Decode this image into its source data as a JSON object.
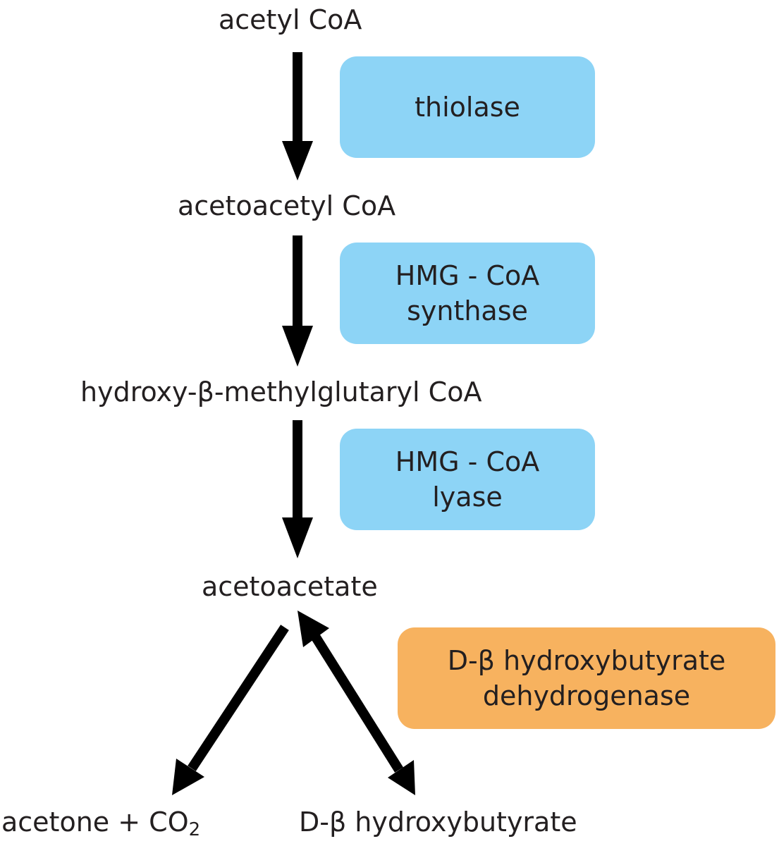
{
  "metabolites": {
    "acetyl_coa": "acetyl CoA",
    "acetoacetyl_coa": "acetoacetyl CoA",
    "hmg_coa": "hydroxy-β-methylglutaryl CoA",
    "acetoacetate": "acetoacetate",
    "acetone_prefix": "acetone + CO",
    "acetone_sub": "2",
    "hydroxybutyrate": "D-β hydroxybutyrate"
  },
  "enzymes": {
    "thiolase": "thiolase",
    "hmg_synthase_line1": "HMG - CoA",
    "hmg_synthase_line2": "synthase",
    "hmg_lyase_line1": "HMG - CoA",
    "hmg_lyase_line2": "lyase",
    "dehydrogenase_line1": "D-β hydroxybutyrate",
    "dehydrogenase_line2": "dehydrogenase"
  },
  "colors": {
    "enzyme_blue": "#8dd4f6",
    "enzyme_orange": "#f7b25f",
    "arrow": "#000000"
  }
}
